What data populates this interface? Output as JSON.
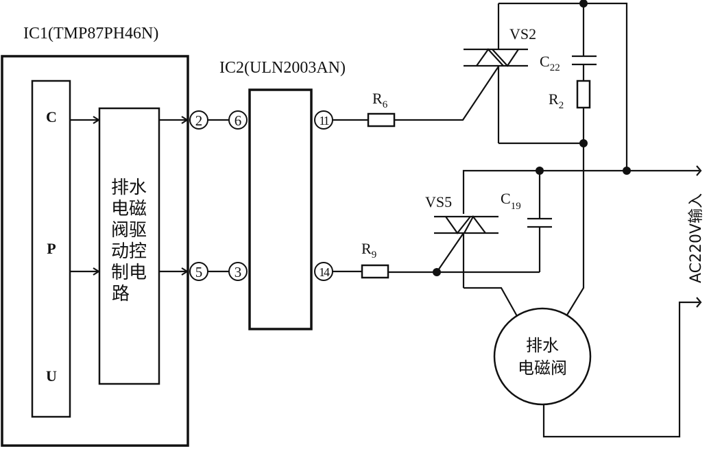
{
  "diagram": {
    "title": "排水电磁阀驱动控制电路",
    "ic1": {
      "label": "IC1(TMP87PH46N)",
      "cpu_letters": [
        "C",
        "P",
        "U"
      ],
      "driver_block_lines": [
        "排水",
        "电磁",
        "阀驱",
        "动控",
        "制电",
        "路"
      ],
      "output_pins": [
        "2",
        "5"
      ]
    },
    "ic2": {
      "label": "IC2(ULN2003AN)",
      "input_pins": [
        "6",
        "3"
      ],
      "output_pins": [
        "11",
        "14"
      ]
    },
    "components": {
      "r6": {
        "name": "R",
        "sub": "6"
      },
      "r9": {
        "name": "R",
        "sub": "9"
      },
      "r2": {
        "name": "R",
        "sub": "2"
      },
      "c22": {
        "name": "C",
        "sub": "22"
      },
      "c19": {
        "name": "C",
        "sub": "19"
      },
      "vs2": {
        "name": "VS2"
      },
      "vs5": {
        "name": "VS5"
      }
    },
    "valve": {
      "lines": [
        "排水",
        "电磁阀"
      ]
    },
    "ac_input": {
      "label": "AC220V输入"
    }
  }
}
